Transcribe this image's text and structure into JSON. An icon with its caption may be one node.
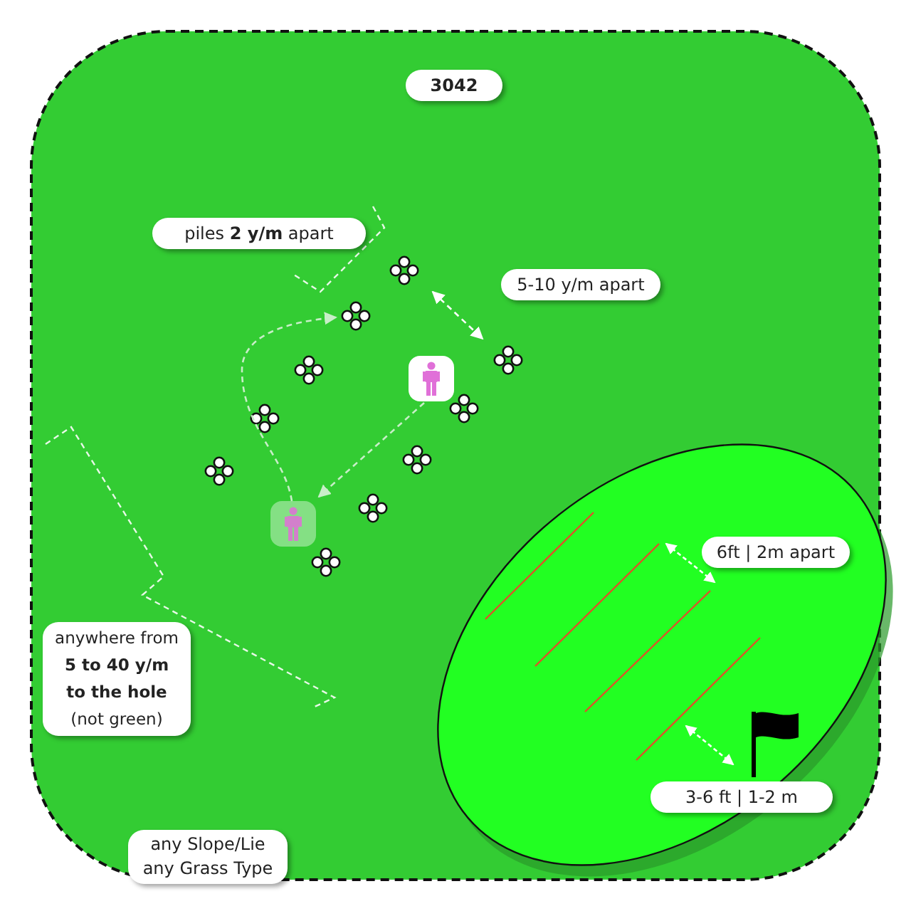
{
  "diagram": {
    "nodes": [
      {
        "text": [],
        "shape": "person"
      },
      {
        "text": [],
        "shape": "person"
      },
      {
        "text": [],
        "shape": "circle"
      },
      {
        "text": [],
        "shape": "circle"
      },
      {
        "text": [],
        "shape": "circle"
      },
      {
        "text": [],
        "shape": "circle"
      },
      {
        "text": [],
        "shape": "circle"
      },
      {
        "text": [],
        "shape": "circle"
      },
      {
        "text": [],
        "shape": "circle"
      },
      {
        "text": [],
        "shape": "circle"
      },
      {
        "text": [],
        "shape": "circle"
      },
      {
        "text": [],
        "shape": "circle"
      }
    ],
    "edges": [
      {
        "from": 0,
        "to": 1,
        "arrow": "to",
        "style": "dashed"
      },
      {
        "from": 1,
        "to": 3,
        "arrow": "to",
        "style": "dashed"
      },
      {
        "from": 2,
        "to": 4,
        "arrow": "both",
        "style": "dashed",
        "color": "#ffffff"
      }
    ],
    "labels": [
      "3042",
      "piles **2 y/m** apart",
      "5-10 y/m apart",
      "anywhere from **5 to 40 y/m to the hole** (not green)",
      "6ft | 2m apart",
      "3-6 ft | 1-2 m",
      "any Slope/Lie any Grass Type"
    ]
  }
}
